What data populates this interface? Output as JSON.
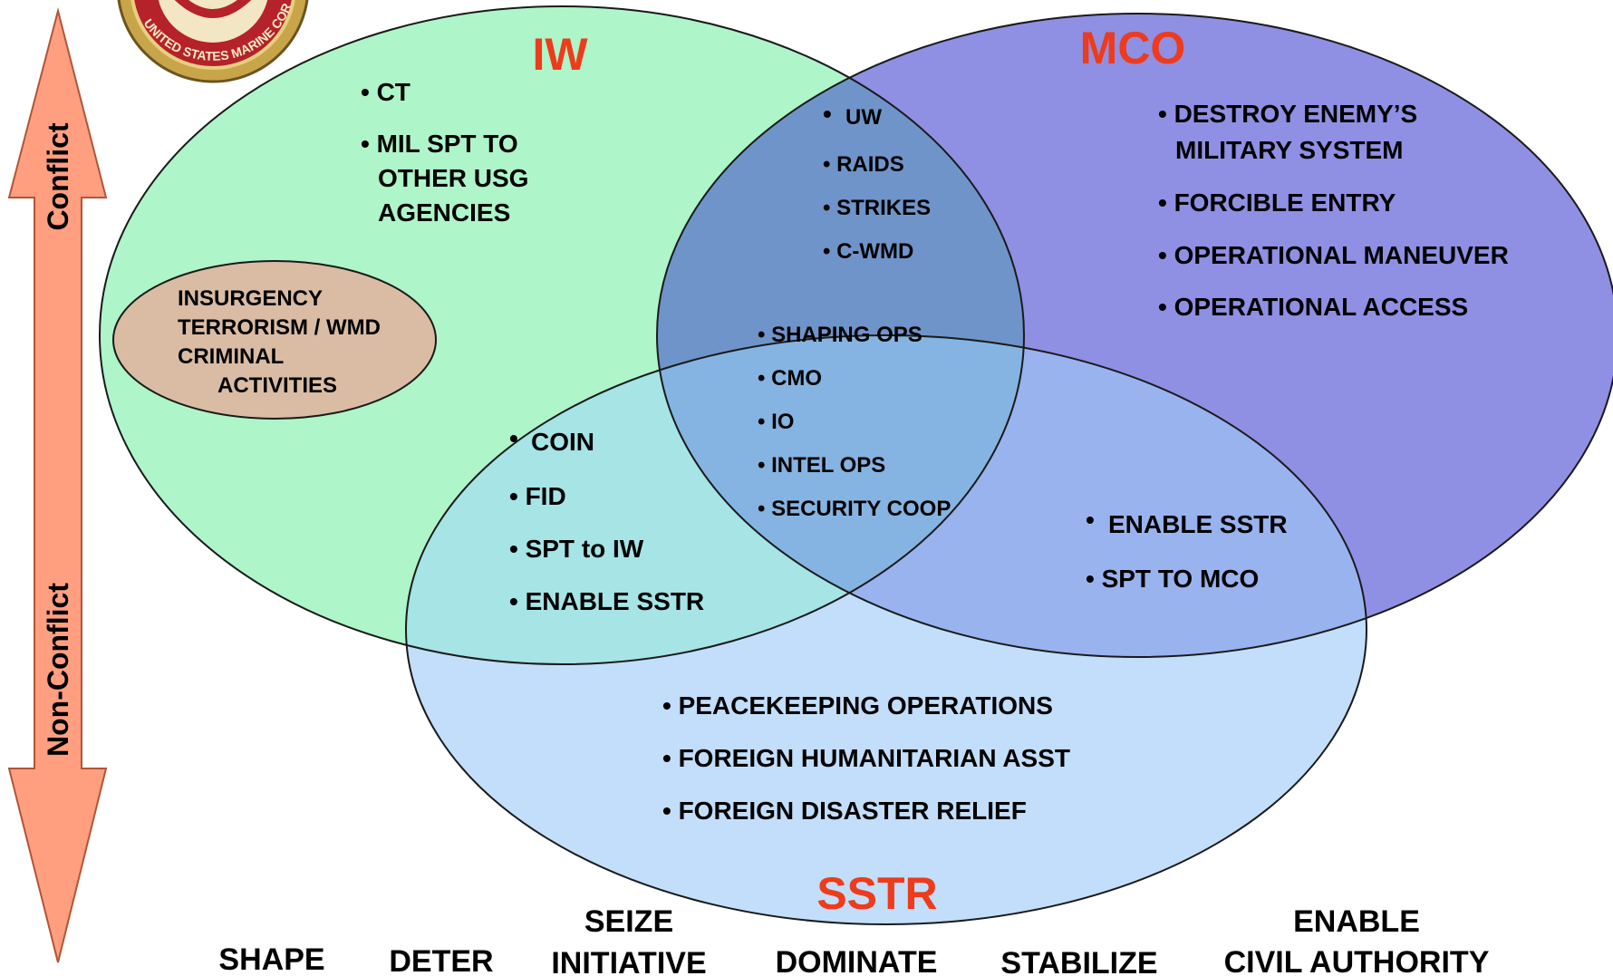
{
  "colors": {
    "iw_fill": "#aef5c9",
    "mco_fill": "#8f8fe4",
    "sstr_fill": "#c2defa",
    "inner_fill": "#6f93c9",
    "insurgency_fill": "#d9bca3",
    "arrow_fill": "#ff9f80",
    "title_red": "#ee3b1b"
  },
  "titles": {
    "iw": "IW",
    "mco": "MCO",
    "sstr": "SSTR"
  },
  "axis": {
    "conflict": "Conflict",
    "non_conflict": "Non-Conflict"
  },
  "logo_text": "UNITED STATES MARINE CORPS",
  "iw_only": [
    "• CT",
    "• MIL SPT TO",
    "OTHER USG",
    "AGENCIES"
  ],
  "insurgency": [
    "INSURGENCY",
    "TERRORISM / WMD",
    "CRIMINAL",
    "ACTIVITIES"
  ],
  "iw_mco": [
    "UW",
    "• RAIDS",
    "• STRIKES",
    "• C-WMD"
  ],
  "mco_only": [
    "• DESTROY ENEMY’S",
    "MILITARY SYSTEM",
    "• FORCIBLE ENTRY",
    "• OPERATIONAL MANEUVER",
    "• OPERATIONAL ACCESS"
  ],
  "center": [
    "• SHAPING OPS",
    "• CMO",
    "• IO",
    "• INTEL OPS",
    "• SECURITY COOP"
  ],
  "iw_sstr": [
    "COIN",
    "• FID",
    "• SPT to IW",
    "• ENABLE SSTR"
  ],
  "mco_sstr": [
    "ENABLE SSTR",
    "• SPT TO MCO"
  ],
  "sstr_only": [
    "• PEACEKEEPING OPERATIONS",
    "• FOREIGN HUMANITARIAN ASST",
    "• FOREIGN DISASTER RELIEF"
  ],
  "bullet": "•",
  "phases": {
    "shape": "SHAPE",
    "deter": "DETER",
    "seize_1": "SEIZE",
    "seize_2": "INITIATIVE",
    "dominate": "DOMINATE",
    "stabilize": "STABILIZE",
    "enable_1": "ENABLE",
    "enable_2": "CIVIL AUTHORITY"
  }
}
